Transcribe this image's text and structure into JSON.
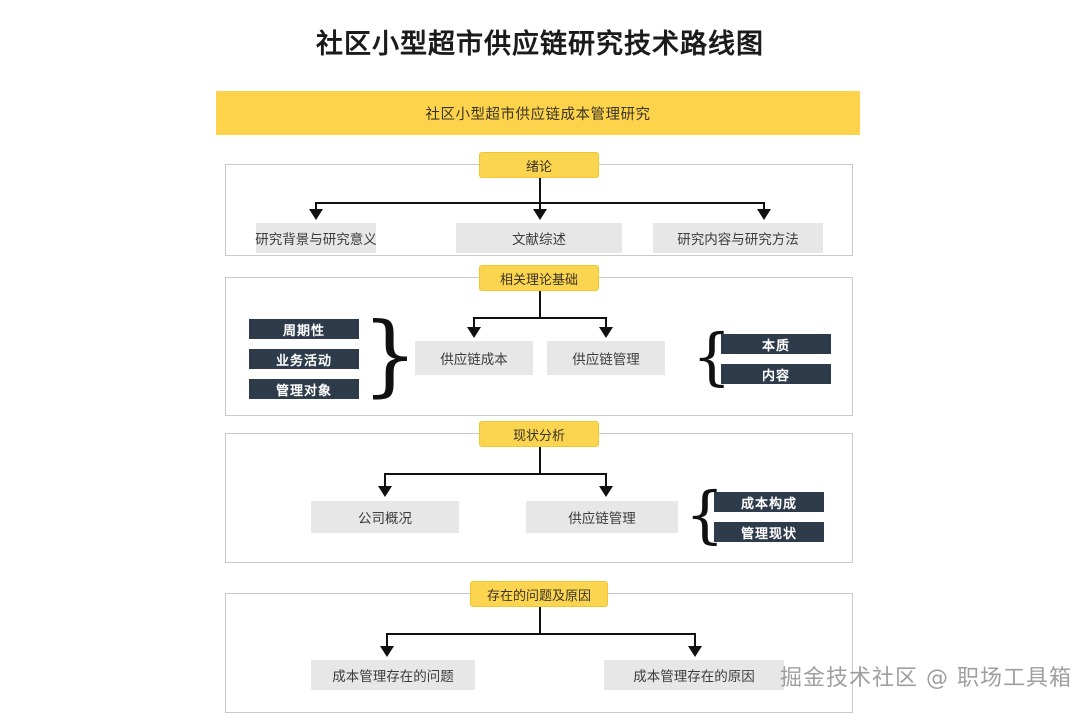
{
  "title": "社区小型超市供应链研究技术路线图",
  "banner": {
    "label": "社区小型超市供应链成本管理研究"
  },
  "watermark": "掘金技术社区 @ 职场工具箱",
  "colors": {
    "accent_yellow": "#FCD34B",
    "title_pill_yellow": "#FBD450",
    "leaf_grey": "#E7E7E7",
    "chip_navy": "#2E3B4B",
    "frame_border": "#C9C9C9",
    "connector": "#111111"
  },
  "sections": [
    {
      "id": "intro",
      "title": "绪论",
      "leaves": [
        {
          "label": "研究背景与研究意义"
        },
        {
          "label": "文献综述"
        },
        {
          "label": "研究内容与研究方法"
        }
      ],
      "chips_left": [],
      "chips_right": []
    },
    {
      "id": "theory",
      "title": "相关理论基础",
      "leaves": [
        {
          "label": "供应链成本"
        },
        {
          "label": "供应链管理"
        }
      ],
      "chips_left": [
        {
          "label": "周期性"
        },
        {
          "label": "业务活动"
        },
        {
          "label": "管理对象"
        }
      ],
      "chips_right": [
        {
          "label": "本质"
        },
        {
          "label": "内容"
        }
      ]
    },
    {
      "id": "status",
      "title": "现状分析",
      "leaves": [
        {
          "label": "公司概况"
        },
        {
          "label": "供应链管理"
        }
      ],
      "chips_left": [],
      "chips_right": [
        {
          "label": "成本构成"
        },
        {
          "label": "管理现状"
        }
      ]
    },
    {
      "id": "problems",
      "title": "存在的问题及原因",
      "leaves": [
        {
          "label": "成本管理存在的问题"
        },
        {
          "label": "成本管理存在的原因"
        }
      ],
      "chips_left": [],
      "chips_right": []
    }
  ],
  "braces": {
    "right_pointing": "}",
    "left_pointing": "{"
  }
}
